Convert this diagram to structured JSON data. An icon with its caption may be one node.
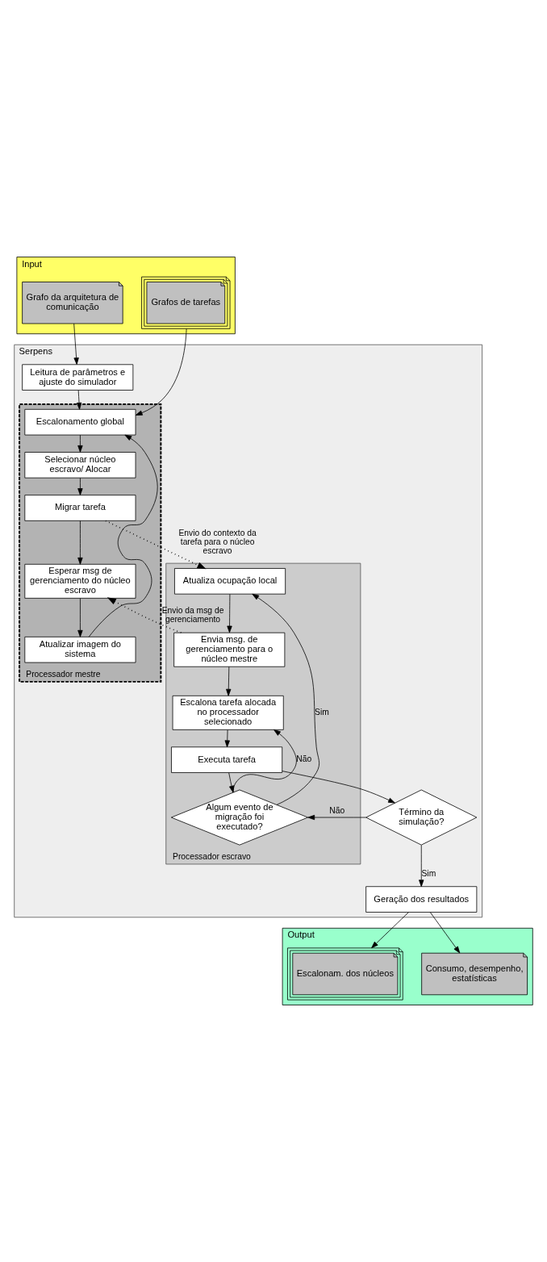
{
  "diagram": {
    "nodes": [
      {
        "text": [
          "Input"
        ]
      },
      {
        "text": [
          "Grafos de tarefas"
        ],
        "in": 0
      },
      {
        "text": [
          "Grafo da arquitetura de comunicação"
        ],
        "in": 0
      },
      {
        "text": [
          "Serpens"
        ]
      },
      {
        "text": [
          "Leitura de parâmetros e ajuste do simulador"
        ],
        "in": 3
      },
      {
        "text": [
          "Processador mestre"
        ],
        "in": 3
      },
      {
        "text": [
          "Escalonamento global"
        ],
        "in": 5
      },
      {
        "text": [
          "Selecionar núcleo escravo/ Alocar"
        ],
        "in": 5
      },
      {
        "text": [
          "Migrar tarefa"
        ],
        "in": 5
      },
      {
        "text": [
          "Esperar msg de gerenciamento do núcleo escravo"
        ],
        "in": 5
      },
      {
        "text": [
          "Atualizar imagem do sistema"
        ],
        "in": 5
      },
      {
        "text": [
          "Processador escravo"
        ],
        "in": 3
      },
      {
        "text": [
          "Atualiza ocupação local"
        ],
        "in": 11
      },
      {
        "text": [
          "Envia msg. de gerenciamento para o núcleo mestre"
        ],
        "in": 11
      },
      {
        "text": [
          "Escalona tarefa alocada no processador selecionado"
        ],
        "in": 11
      },
      {
        "text": [
          "Executa tarefa"
        ],
        "in": 11
      },
      {
        "text": [
          "Algum evento de migração foi executado?"
        ],
        "in": 11
      },
      {
        "text": [
          "Término da simulação?"
        ],
        "in": 3
      },
      {
        "text": [
          "Geração dos resultados"
        ],
        "in": 3
      },
      {
        "text": [
          "Output"
        ]
      },
      {
        "text": [
          "Escalonam. dos núcleos"
        ],
        "in": 19
      },
      {
        "text": [
          "Consumo, desempenho, estatísticas"
        ],
        "in": 19
      }
    ],
    "edges": [
      {
        "from": 1,
        "to": 6,
        "arrow": "to"
      },
      {
        "from": 2,
        "to": 4,
        "arrow": "to"
      },
      {
        "from": 4,
        "to": 6,
        "arrow": "to"
      },
      {
        "from": 6,
        "to": 7,
        "arrow": "to"
      },
      {
        "from": 7,
        "to": 8,
        "arrow": "to"
      },
      {
        "from": 8,
        "to": 9,
        "arrow": "to"
      },
      {
        "from": 9,
        "to": 10,
        "arrow": "to"
      },
      {
        "from": 10,
        "to": 6,
        "arrow": "to"
      },
      {
        "from": 8,
        "to": 12,
        "arrow": "to",
        "label": "Envio do contexto da tarefa para o núcleo escravo",
        "style": "dashed"
      },
      {
        "from": 13,
        "to": 9,
        "arrow": "to",
        "label": "Envio da msg de gerenciamento",
        "style": "dashed"
      },
      {
        "from": 12,
        "to": 13,
        "arrow": "to"
      },
      {
        "from": 13,
        "to": 14,
        "arrow": "to"
      },
      {
        "from": 14,
        "to": 15,
        "arrow": "to"
      },
      {
        "from": 15,
        "to": 16,
        "arrow": "to"
      },
      {
        "from": 15,
        "to": 17,
        "arrow": "to"
      },
      {
        "from": 17,
        "to": 16,
        "arrow": "to",
        "label": "Não"
      },
      {
        "from": 16,
        "to": 14,
        "arrow": "to",
        "label": "Não"
      },
      {
        "from": 16,
        "to": 12,
        "arrow": "to",
        "label": "Sim"
      },
      {
        "from": 17,
        "to": 18,
        "arrow": "to",
        "label": "Sim"
      },
      {
        "from": 18,
        "to": 20,
        "arrow": "to"
      },
      {
        "from": 18,
        "to": 21,
        "arrow": "to"
      }
    ]
  }
}
